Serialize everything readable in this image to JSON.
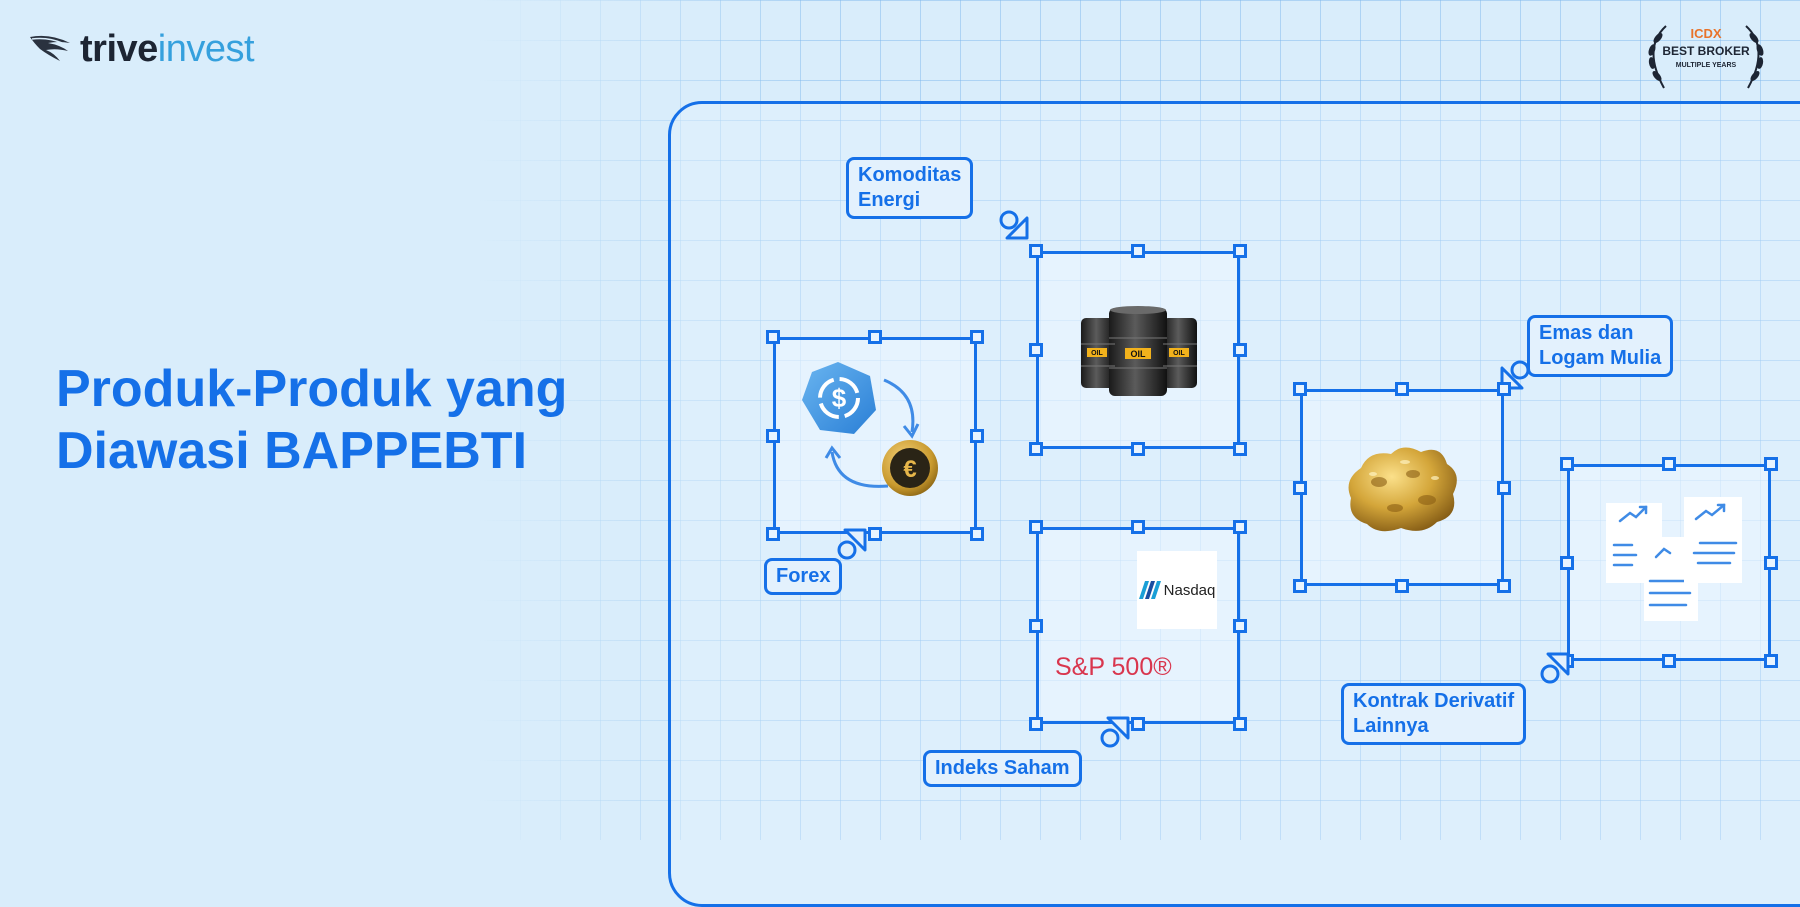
{
  "brand": {
    "logo_part1": "trive",
    "logo_part2": "invest"
  },
  "award": {
    "org": "ICDX",
    "title": "BEST BROKER",
    "subtitle": "MULTIPLE YEARS"
  },
  "headline": {
    "line1": "Produk-Produk yang",
    "line2": "Diawasi BAPPEBTI"
  },
  "products": [
    {
      "label": "Komoditas Energi",
      "line1": "Komoditas",
      "line2": "Energi",
      "icon": "oil-barrels-icon",
      "barrel_text": "OIL"
    },
    {
      "label": "Forex",
      "icon": "currency-exchange-icon"
    },
    {
      "label": "Indeks Saham",
      "icon": "stock-index-icon",
      "sp500": "S&P 500®",
      "nasdaq": "Nasdaq"
    },
    {
      "label": "Emas dan Logam Mulia",
      "line1": "Emas dan",
      "line2": "Logam Mulia",
      "icon": "gold-nugget-icon"
    },
    {
      "label": "Kontrak Derivatif Lainnya",
      "line1": "Kontrak Derivatif",
      "line2": "Lainnya",
      "icon": "documents-chart-icon"
    }
  ],
  "colors": {
    "accent": "#1570e8",
    "background": "#d9edfb",
    "sp500": "#d9364e",
    "gold": "#d4a63a"
  }
}
